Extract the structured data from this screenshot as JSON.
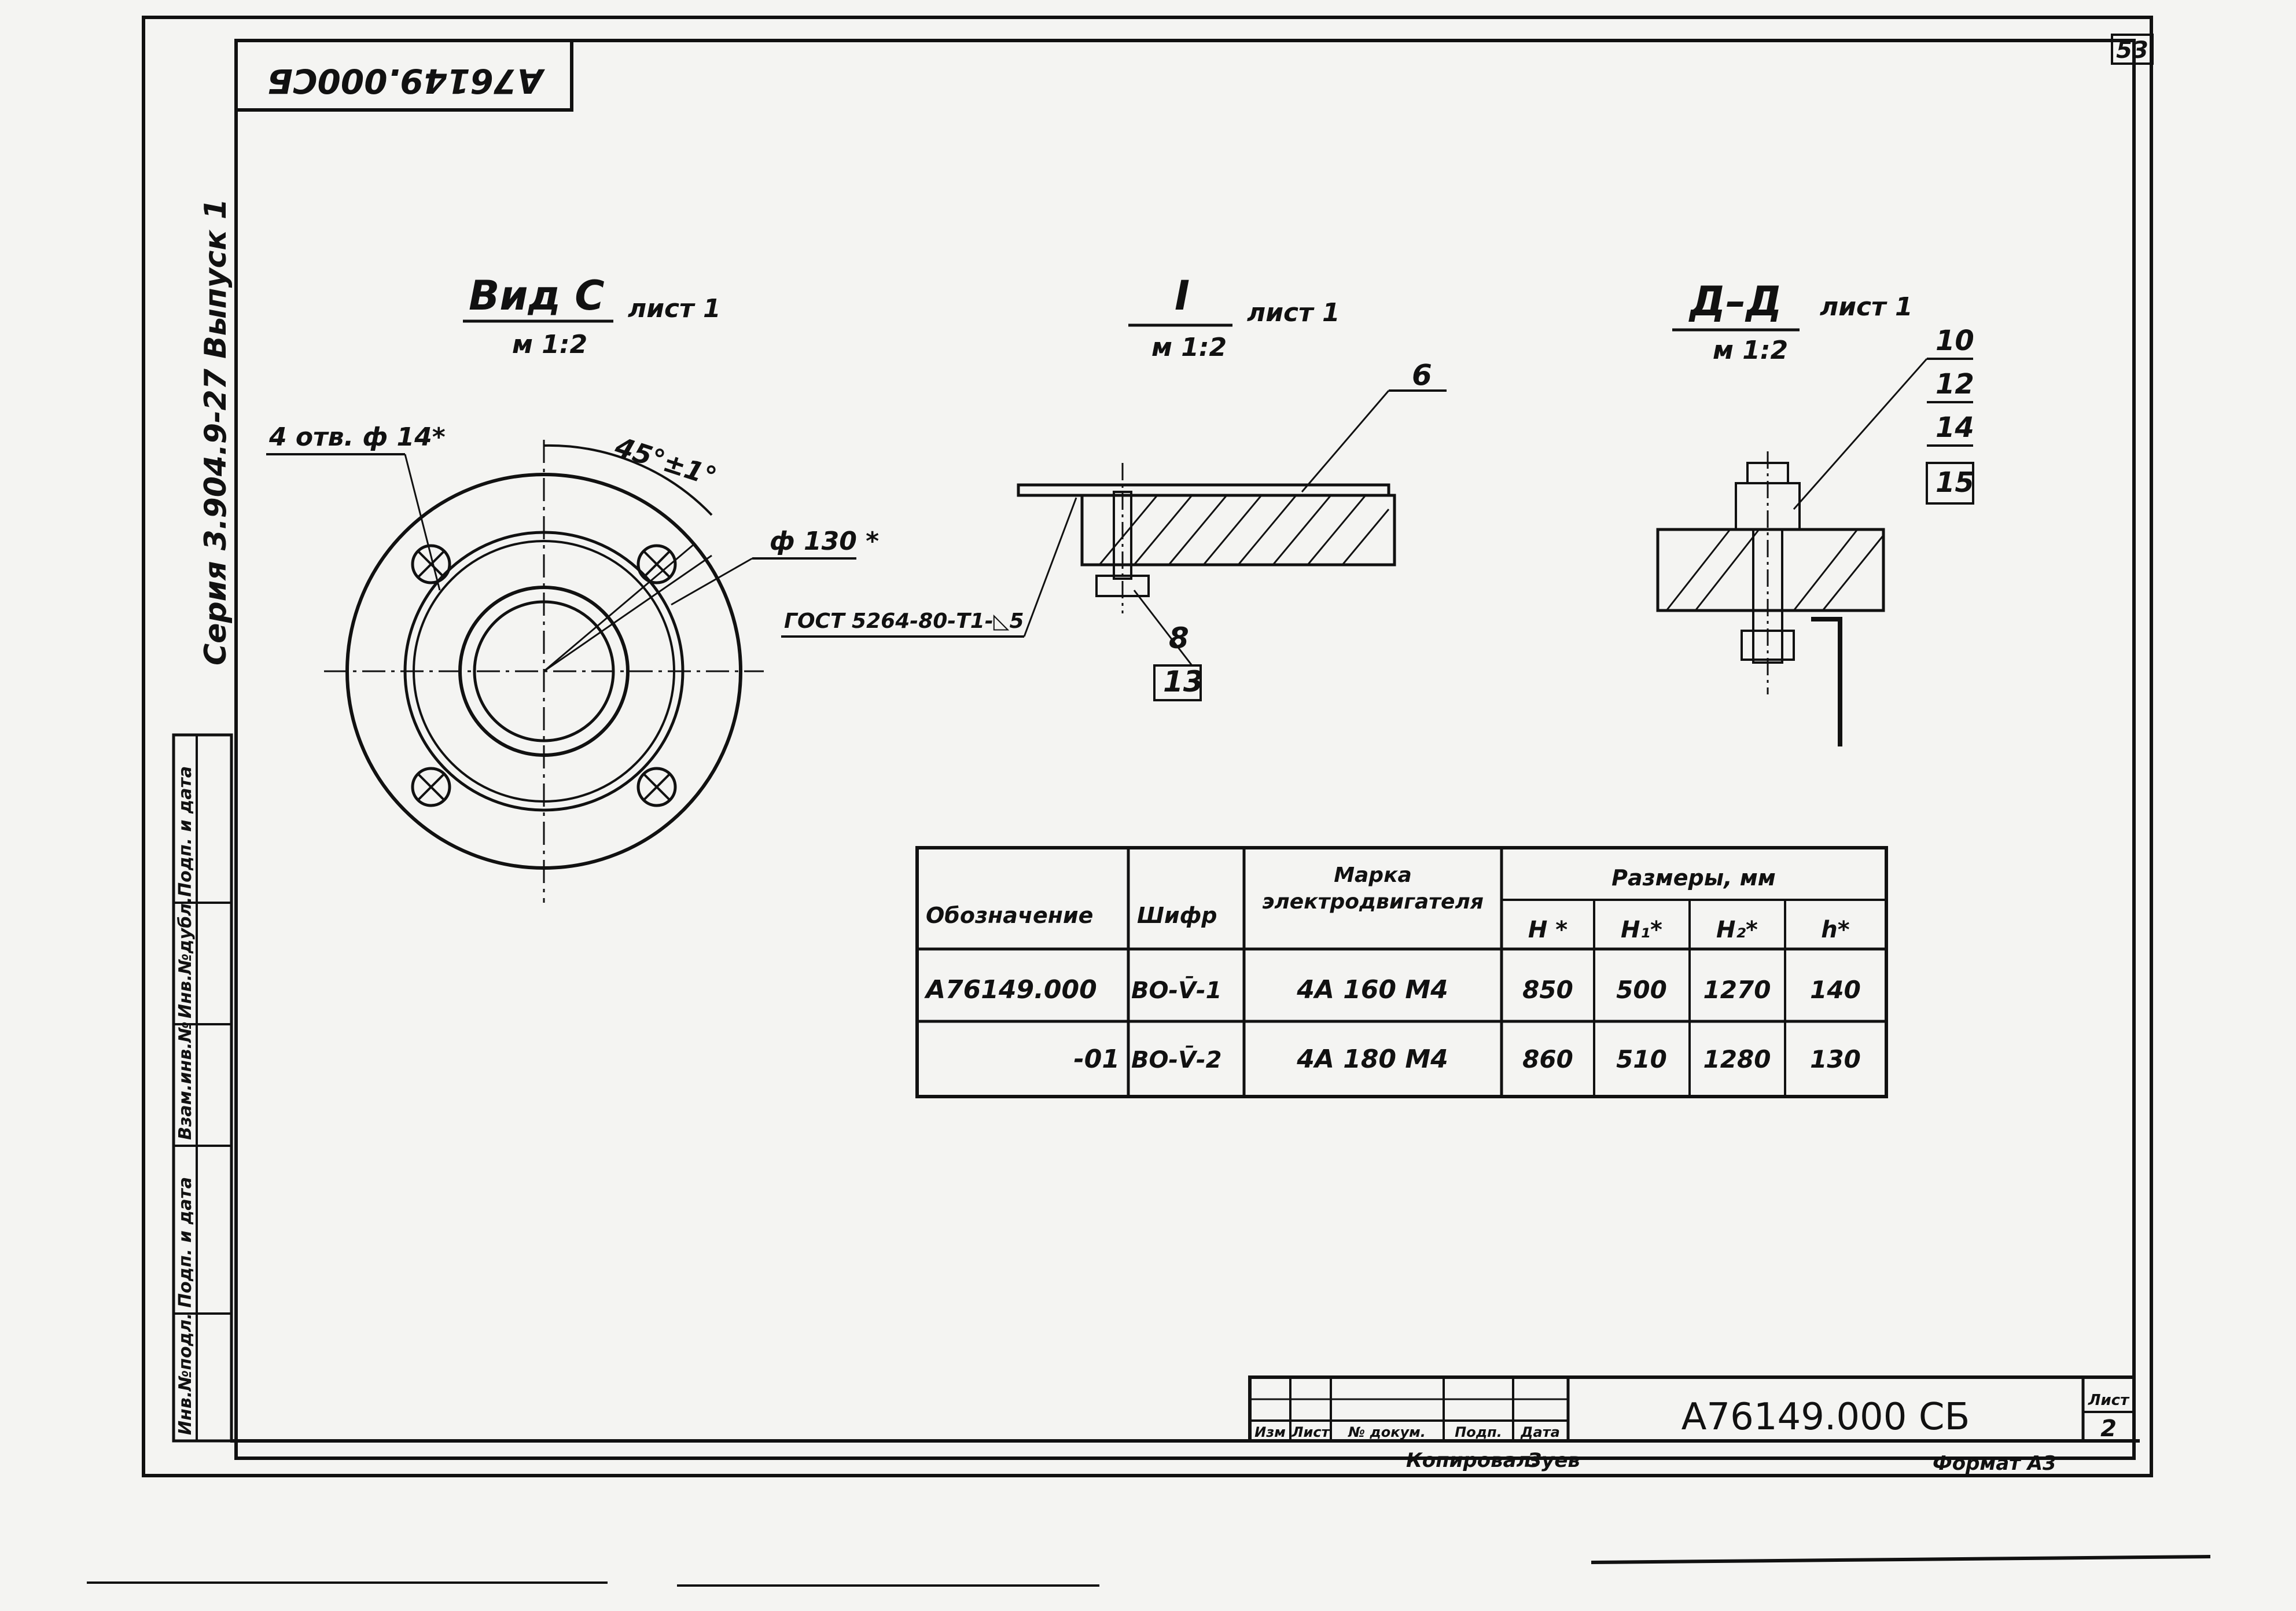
{
  "title_block_top": "А76149.000СБ",
  "page_number": "53",
  "side_series": "Серия 3.904.9-27",
  "side_issue": "Выпуск 1",
  "side_stamp_cells": [
    "Инв.№подл.",
    "Подп. и дата",
    "Взам.инв.№",
    "Инв.№дубл.",
    "Подп. и дата"
  ],
  "views": {
    "view_c": {
      "title": "Вид  С",
      "scale": "м 1:2",
      "ref": "лист 1"
    },
    "view_i": {
      "title": "I",
      "scale": "м 1:2",
      "ref": "лист 1"
    },
    "view_dd": {
      "title": "Д–Д",
      "scale": "м 1:2",
      "ref": "лист 1"
    }
  },
  "annotations": {
    "holes": "4 отв. ф 14*",
    "angle": "45°±1°",
    "diameter": "ф 130 *",
    "weld": "ГОСТ 5264-80-Т1-◺5",
    "pos_6": "6",
    "pos_8": "8",
    "pos_13": "13",
    "pos_stack": [
      "10",
      "12",
      "14",
      "15"
    ]
  },
  "table": {
    "headers": {
      "designation": "Обозначение",
      "code": "Шифр",
      "motor": "Марка электродвигателя",
      "dims": "Размеры, мм",
      "h": "Н *",
      "h1": "Н₁*",
      "h2": "Н₂*",
      "hs": "h*"
    },
    "rows": [
      {
        "designation": "А76149.000",
        "code": "ВО-V̄-1",
        "motor": "4А 160 М4",
        "h": "850",
        "h1": "500",
        "h2": "1270",
        "hs": "140"
      },
      {
        "designation": "-01",
        "code": "ВО-V̄-2",
        "motor": "4А 180 М4",
        "h": "860",
        "h1": "510",
        "h2": "1280",
        "hs": "130"
      }
    ]
  },
  "title_block": {
    "designation": "А76149.000 СБ",
    "sheet_label": "Лист",
    "sheet_no": "2",
    "cols": [
      "Изм",
      "Лист",
      "№ докум.",
      "Подп.",
      "Дата"
    ],
    "copied_label": "Копировал:",
    "copied_sign": "Зуев",
    "format_label": "Формат А3"
  }
}
